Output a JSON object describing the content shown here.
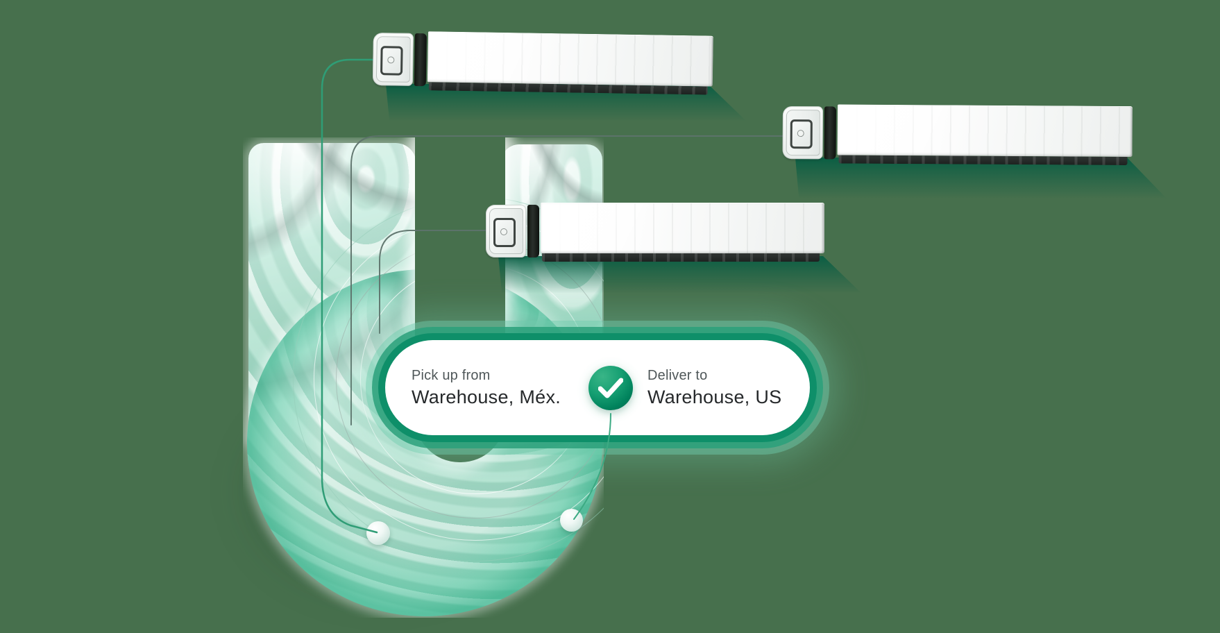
{
  "scene": {
    "background_color": "#47704D",
    "illustration": {
      "truck_count": 3,
      "colors": {
        "mint_light": "#D9F2E9",
        "mint": "#A9DCC7",
        "teal_deep": "#17A07A",
        "truck_shadow_green": "#0D6B4F",
        "connector_teal": "#2F9D76",
        "connector_gray": "#5E736B",
        "card_glow": "#0E8F69"
      }
    }
  },
  "shipment_card": {
    "pickup_label": "Pick up from",
    "pickup_value": "Warehouse, Méx.",
    "deliver_label": "Deliver to",
    "deliver_value": "Warehouse, US",
    "status_icon": "checkmark-icon",
    "status_color": "#00825C"
  }
}
